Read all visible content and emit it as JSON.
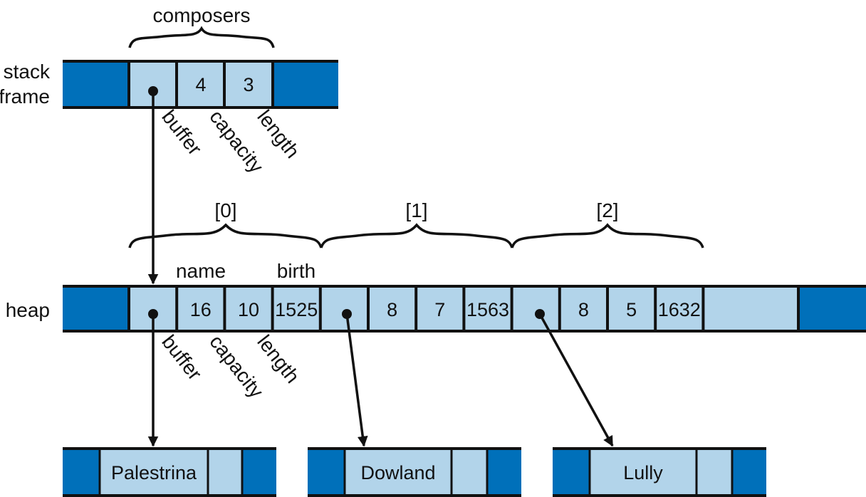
{
  "colors": {
    "dark_block": "#0070BA",
    "light_cell": "#B2D4EA",
    "ink": "#111111"
  },
  "stack": {
    "label_line1": "stack",
    "label_line2": "frame",
    "brace_label": "composers",
    "cells": [
      "",
      "4",
      "3"
    ],
    "field_labels": [
      "buffer",
      "capacity",
      "length"
    ]
  },
  "heap": {
    "label": "heap",
    "element_labels": [
      "[0]",
      "[1]",
      "[2]"
    ],
    "column_labels": [
      "name",
      "birth"
    ],
    "cells": [
      "",
      "16",
      "10",
      "1525",
      "",
      "8",
      "7",
      "1563",
      "",
      "8",
      "5",
      "1632"
    ],
    "field_labels": [
      "buffer",
      "capacity",
      "length"
    ]
  },
  "strings": [
    {
      "text": "Palestrina"
    },
    {
      "text": "Dowland"
    },
    {
      "text": "Lully"
    }
  ]
}
